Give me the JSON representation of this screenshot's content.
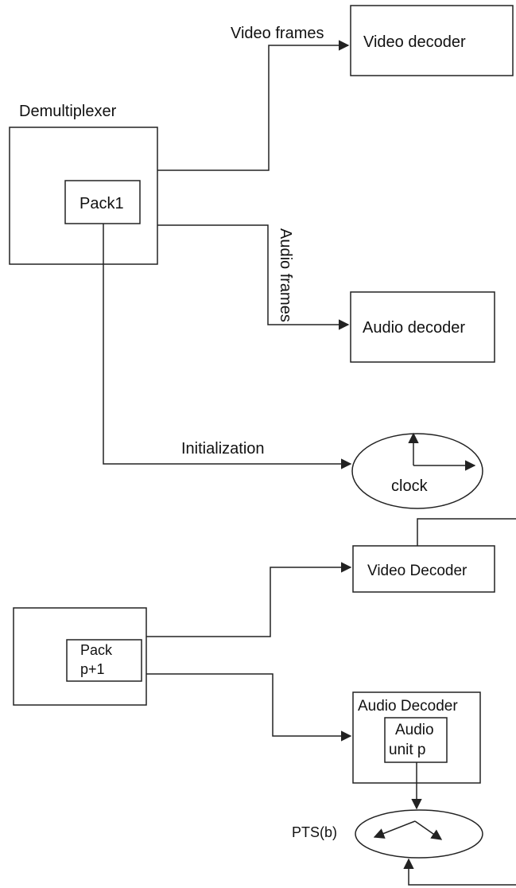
{
  "diagram": {
    "top": {
      "demux_label": "Demultiplexer",
      "pack_label": "Pack1",
      "video_decoder": "Video decoder",
      "video_frames": "Video frames",
      "audio_frames": "Audio frames",
      "audio_decoder": "Audio decoder",
      "initialization": "Initialization",
      "clock_label": "clock"
    },
    "bottom": {
      "pack_line1": "Pack",
      "pack_line2": "p+1",
      "video_decoder": "Video Decoder",
      "audio_decoder": "Audio Decoder",
      "audio_unit_line1": "Audio",
      "audio_unit_line2": "unit p",
      "pts_label": "PTS(b)"
    }
  }
}
